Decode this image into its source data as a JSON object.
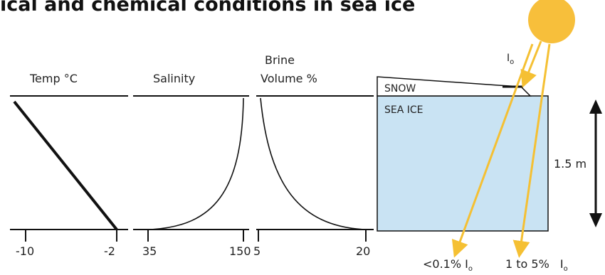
{
  "title": "ical and chemical conditions in sea ice",
  "profiles": {
    "temp": {
      "label": "Temp °C",
      "tick_min": "-10",
      "tick_max": "-2"
    },
    "salinity": {
      "label": "Salinity",
      "tick_min": "35",
      "tick_max": "150"
    },
    "brine": {
      "label_line1": "Brine",
      "label_line2": "Volume %",
      "tick_min": "5",
      "tick_max": "20"
    }
  },
  "layers": {
    "snow": "SNOW",
    "sea_ice": "SEA ICE"
  },
  "thickness": "1.5 m",
  "light": {
    "incident": "I",
    "incident_sub": "o",
    "transmit_low": "<0.1%",
    "transmit_high": "1 to 5%",
    "io_sub": "o"
  },
  "colors": {
    "ice": "#c9e3f3",
    "sun": "#f7bf3b",
    "arrow": "#f5c033",
    "line": "#111111"
  }
}
